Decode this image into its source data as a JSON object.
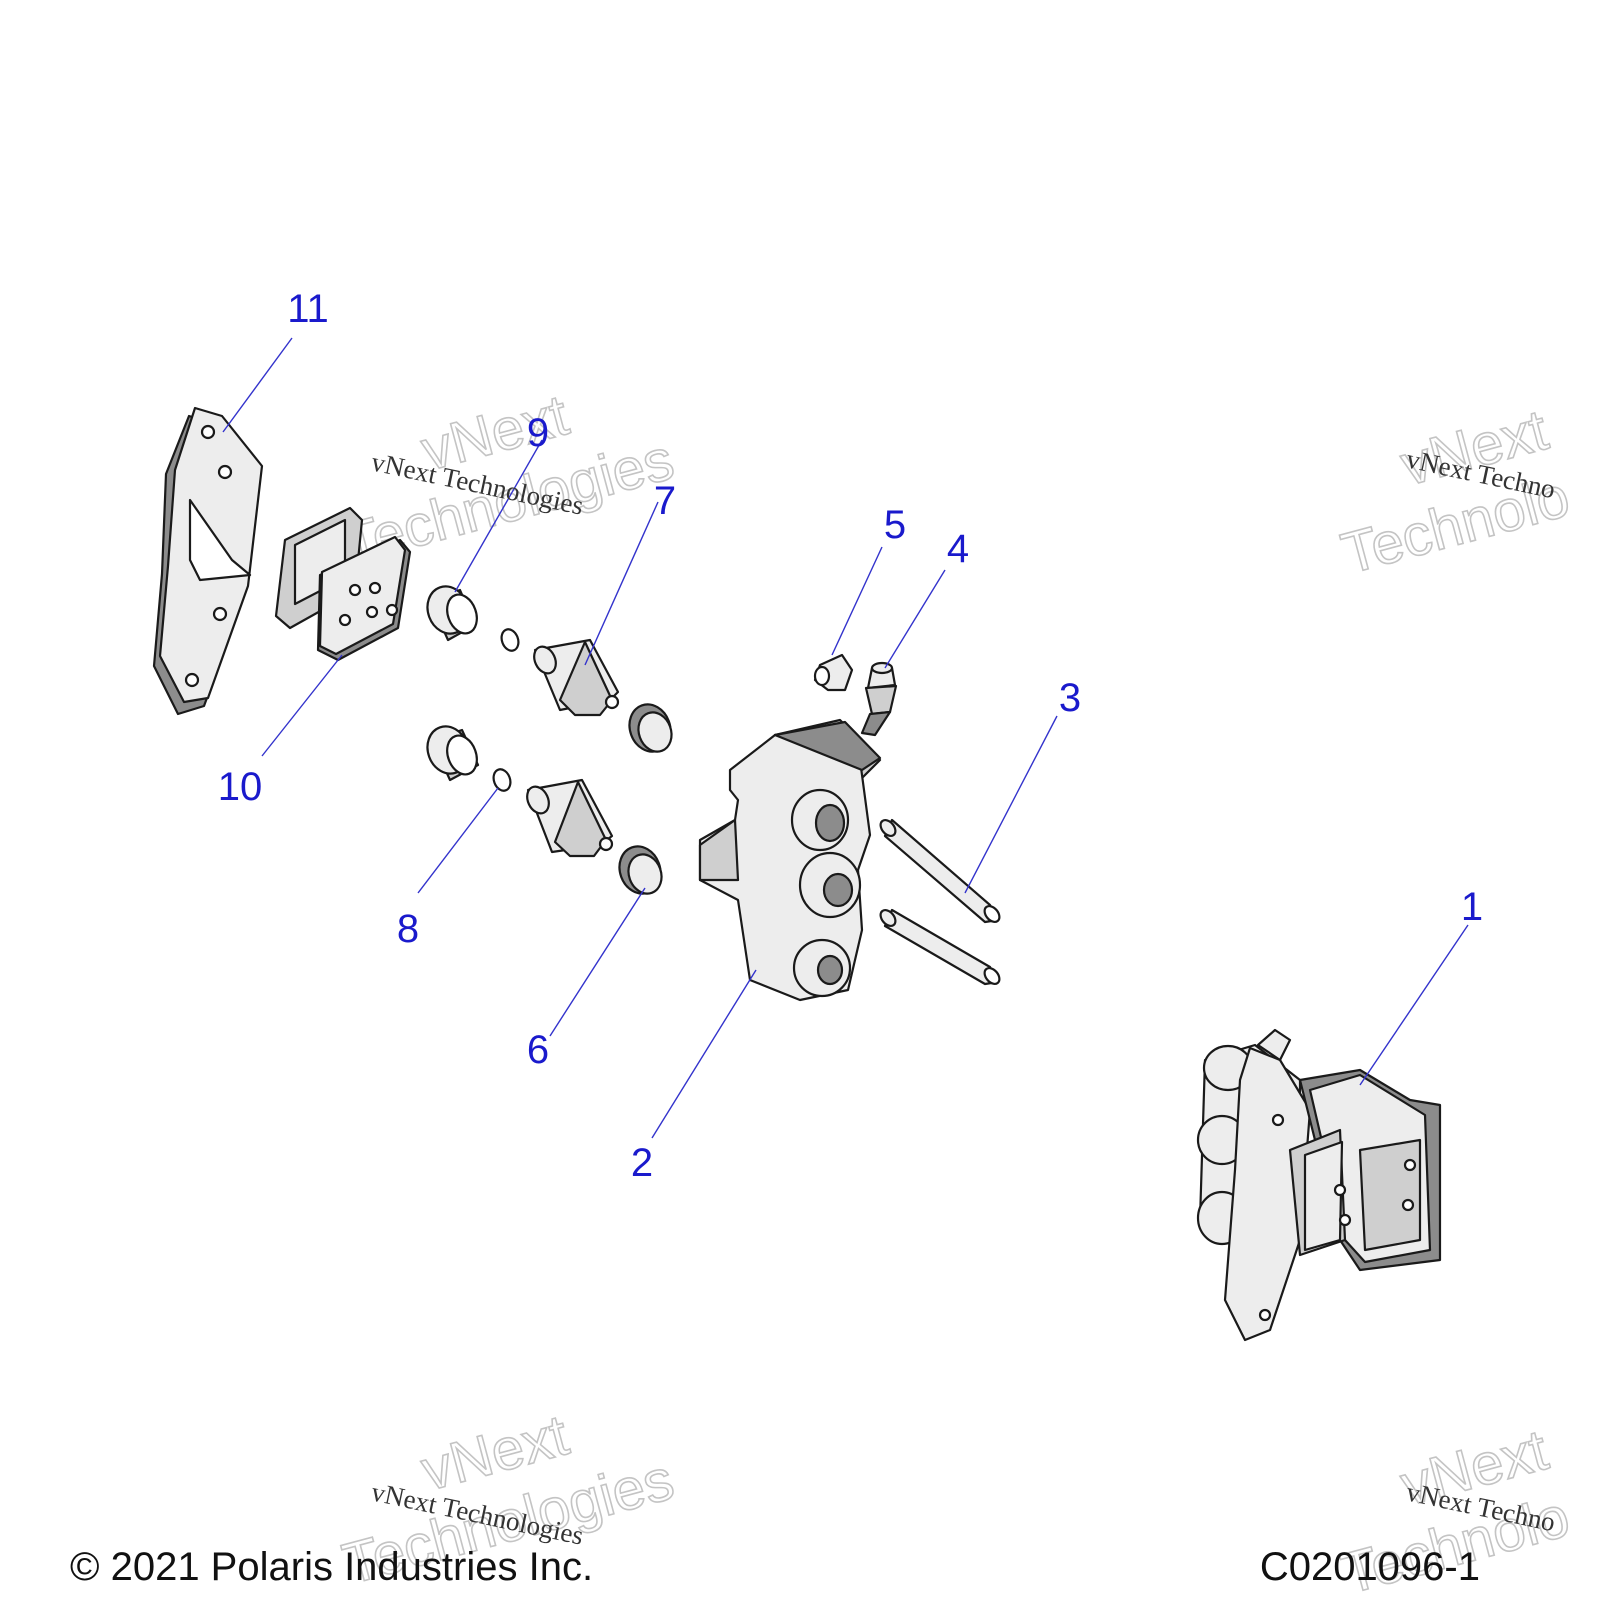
{
  "callouts": [
    {
      "label": "1"
    },
    {
      "label": "2"
    },
    {
      "label": "3"
    },
    {
      "label": "4"
    },
    {
      "label": "5"
    },
    {
      "label": "6"
    },
    {
      "label": "7"
    },
    {
      "label": "8"
    },
    {
      "label": "9"
    },
    {
      "label": "10"
    },
    {
      "label": "11"
    }
  ],
  "watermark": {
    "small_text": "vNext Technologies",
    "small_text_cut": "vNext Techno",
    "large_line1": "vNext",
    "large_line2": "Technologies",
    "large_line2_cut": "Technolo"
  },
  "footer": {
    "copyright": "© 2021 Polaris Industries Inc.",
    "drawing_number": "C0201096-1"
  },
  "colors": {
    "callout": "#1a1acc",
    "leader_line": "#3333cc",
    "part_fill": "#ededed",
    "part_shadow": "#8c8c8c"
  }
}
